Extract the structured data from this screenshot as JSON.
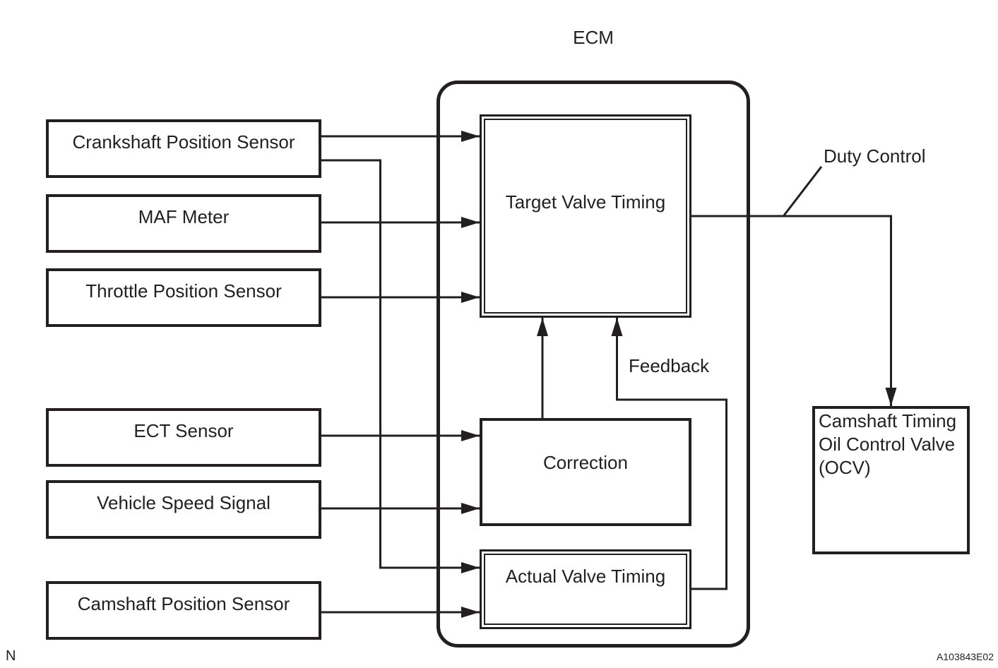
{
  "ink_color": "#231f20",
  "diagram": {
    "title": "ECM",
    "input_blocks": [
      {
        "label": "Crankshaft Position Sensor"
      },
      {
        "label": "MAF Meter"
      },
      {
        "label": "Throttle Position Sensor"
      },
      {
        "label": "ECT Sensor"
      },
      {
        "label": "Vehicle Speed Signal"
      },
      {
        "label": "Camshaft Position Sensor"
      }
    ],
    "process_blocks": [
      {
        "label": "Target Valve Timing"
      },
      {
        "label": "Correction"
      },
      {
        "label": "Actual Valve Timing"
      }
    ],
    "output_block": {
      "label": "Camshaft Timing Oil Control Valve (OCV)"
    },
    "labels": {
      "duty_control": "Duty Control",
      "feedback": "Feedback"
    },
    "footer": {
      "page_marker": "N",
      "figure_id": "A103843E02"
    }
  }
}
